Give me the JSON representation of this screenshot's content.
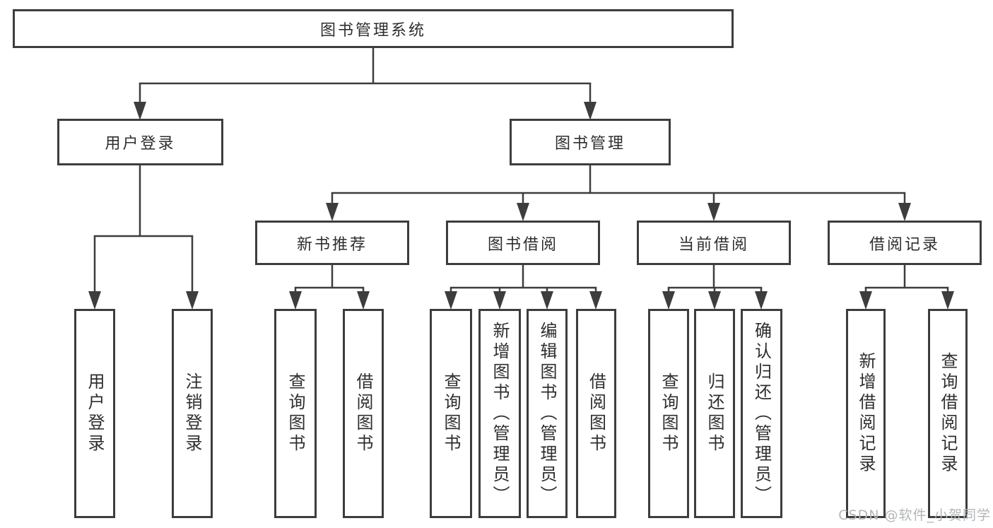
{
  "diagram": {
    "nodes": {
      "root": "图书管理系统",
      "user_login": "用户登录",
      "book_management": "图书管理",
      "new_book_recommend": "新书推荐",
      "book_borrow": "图书借阅",
      "current_borrow": "当前借阅",
      "borrow_record": "借阅记录",
      "leaf_user_login": "用户登录",
      "leaf_logout": "注销登录",
      "leaf_query_book_1": "查询图书",
      "leaf_borrow_book_1": "借阅图书",
      "leaf_query_book_2": "查询图书",
      "leaf_add_book_admin": "新增图书（管理员）",
      "leaf_edit_book_admin": "编辑图书（管理员）",
      "leaf_borrow_book_2": "借阅图书",
      "leaf_query_book_3": "查询图书",
      "leaf_return_book": "归还图书",
      "leaf_confirm_return_admin": "确认归还（管理员）",
      "leaf_add_borrow_record": "新增借阅记录",
      "leaf_query_borrow_record": "查询借阅记录"
    },
    "colors": {
      "line": "#3d3d3d",
      "box_border": "#3d3d3d",
      "text": "#2e2e2e",
      "background": "#ffffff",
      "watermark": "#b2b6b9"
    }
  },
  "watermark": "CSDN @软件_小贺同学"
}
